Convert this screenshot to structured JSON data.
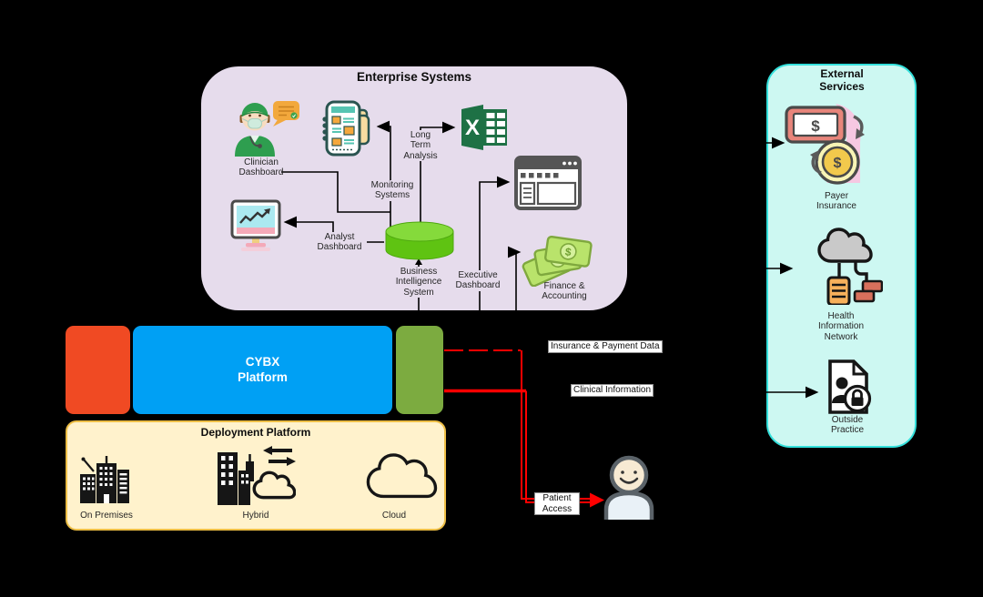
{
  "colors": {
    "background": "#000000",
    "enterprise_fill": "#E6DCEC",
    "enterprise_border": "#000000",
    "external_fill": "#CDF8F2",
    "external_border": "#33E0DB",
    "deployment_fill": "#FFF2CC",
    "deployment_border": "#EDBE45",
    "platform_orange": "#F04A23",
    "platform_blue": "#00A0F4",
    "platform_green": "#7CAB40",
    "flow_red": "#FF0000",
    "connector_black": "#000000",
    "bi_cylinder_green": "#5FC312"
  },
  "enterprise": {
    "title": "Enterprise Systems",
    "labels": {
      "clinician": "Clinician Dashboard",
      "monitoring": "Monitoring Systems",
      "long_term": "Long Term Analysis",
      "analyst": "Analyst Dashboard",
      "bi": "Business Intelligence System",
      "executive": "Executive Dashboard",
      "finance": "Finance & Accounting"
    }
  },
  "platform": {
    "title": "CYBX Platform"
  },
  "deployment": {
    "title": "Deployment Platform",
    "items": [
      "On Premises",
      "Hybrid",
      "Cloud"
    ]
  },
  "external": {
    "title": "External Services",
    "items": [
      "Payer Insurance",
      "Health Information Network",
      "Outside Practice"
    ]
  },
  "flows": {
    "insurance": "Insurance & Payment Data",
    "clinical": "Clinical Information",
    "patient": "Patient Access"
  }
}
